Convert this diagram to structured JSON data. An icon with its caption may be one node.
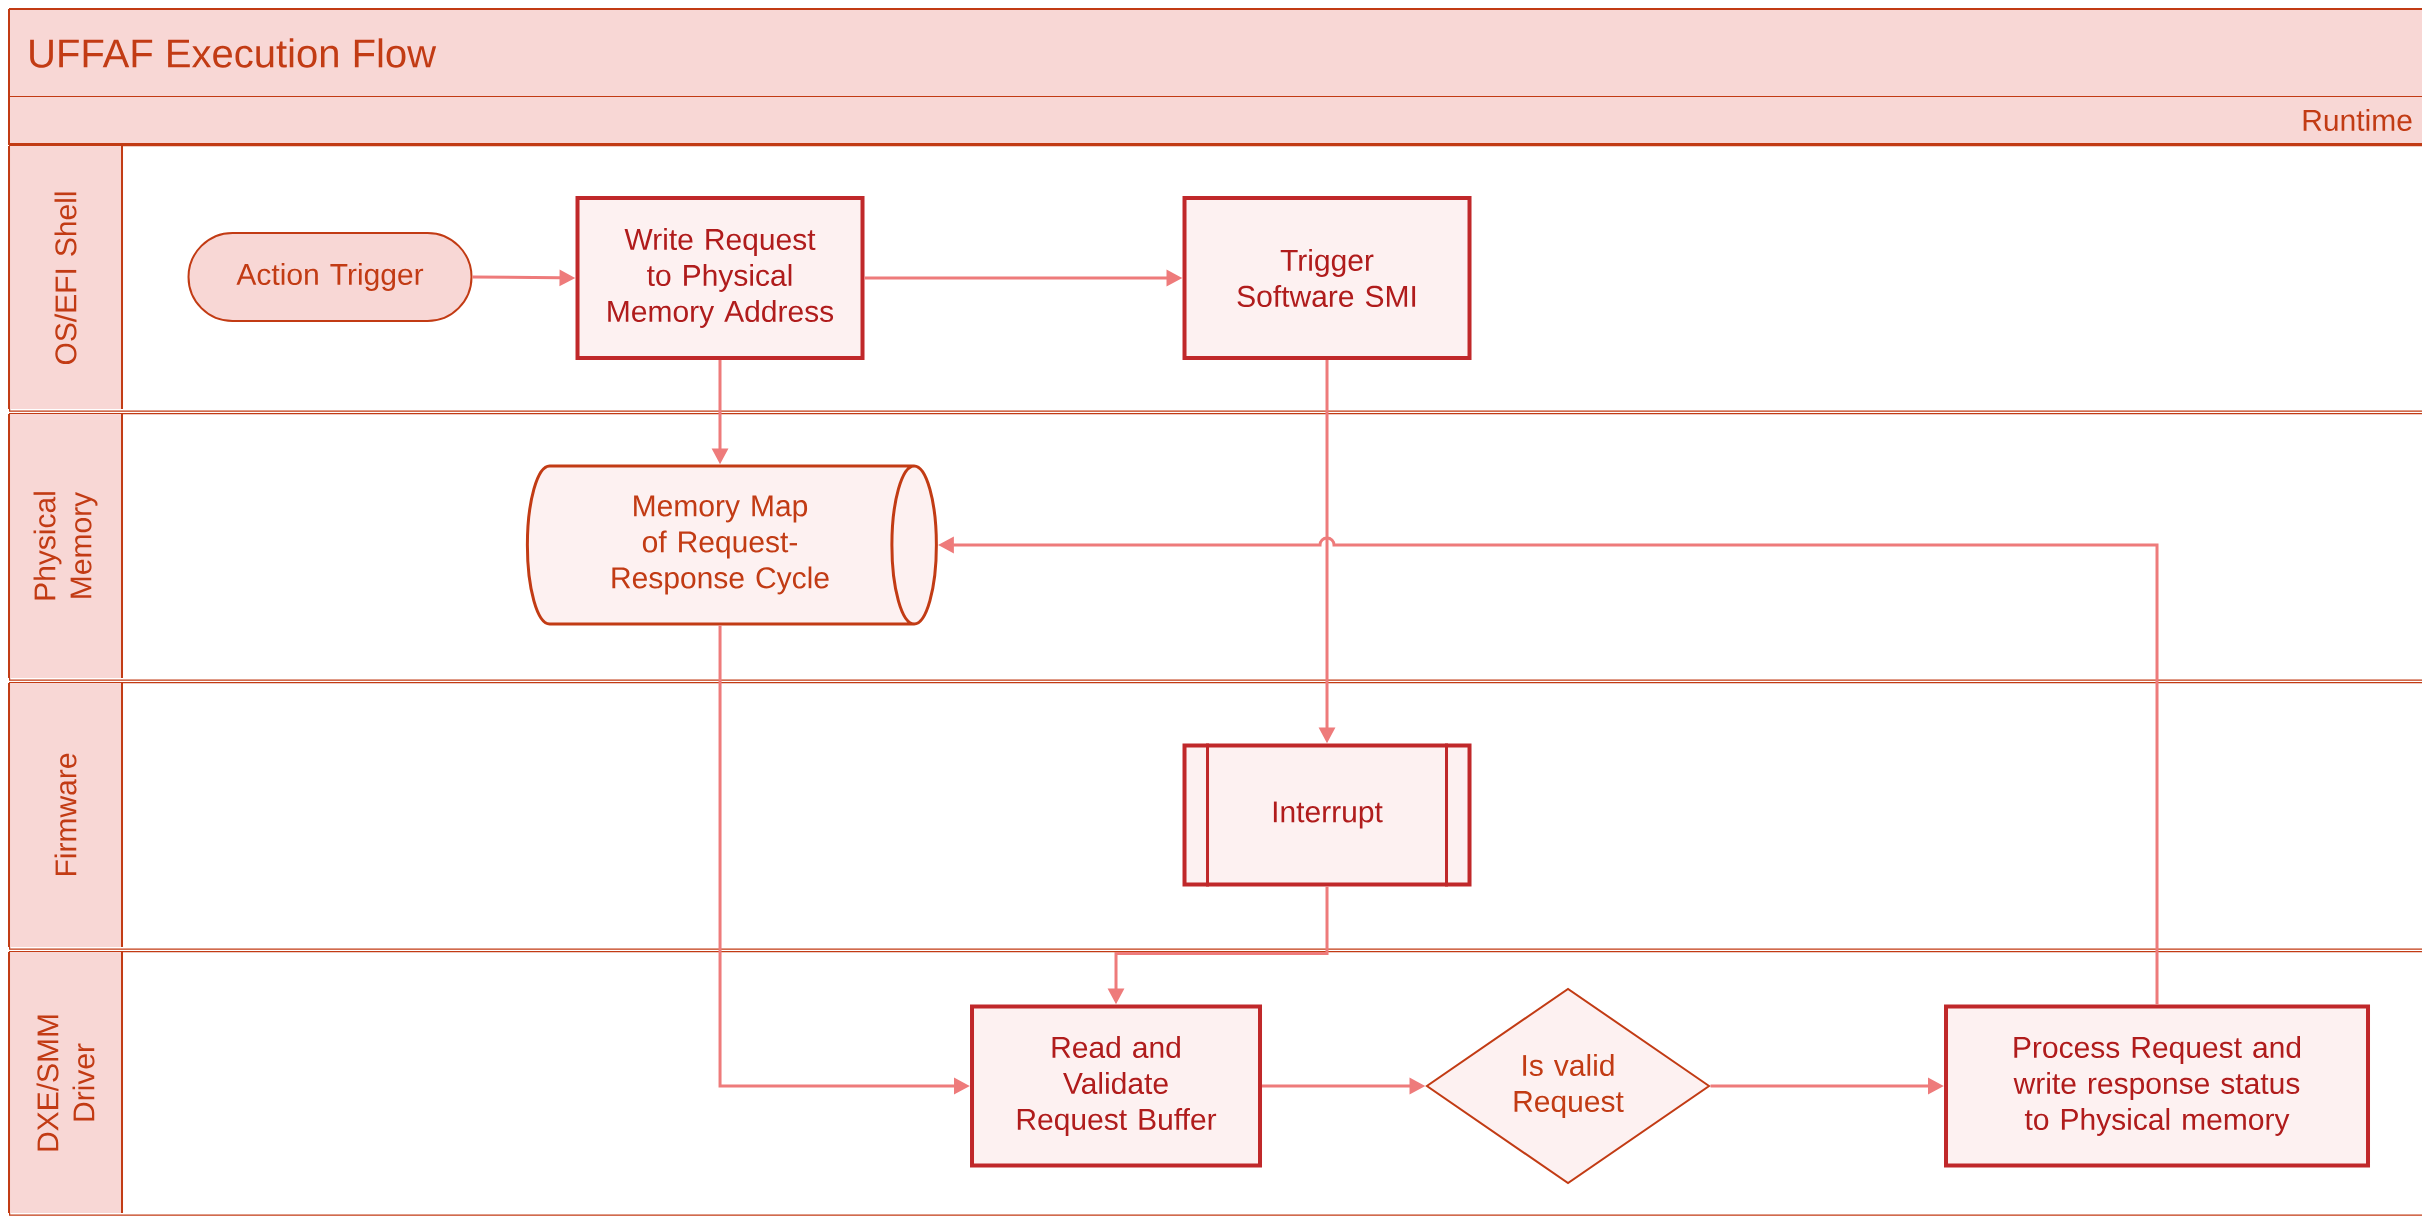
{
  "diagram": {
    "title": "UFFAF Execution Flow",
    "nodes": [
      {
        "text": [
          "OS/EFI Shell"
        ]
      },
      {
        "text": [
          "Physical Memory"
        ]
      },
      {
        "text": [
          "Firmware"
        ]
      },
      {
        "text": [
          "DXE/SMM Driver"
        ]
      },
      {
        "text": [
          "Action Trigger"
        ],
        "in": 0
      },
      {
        "text": [
          "Write Request to Physical Memory Address"
        ],
        "in": 0
      },
      {
        "text": [
          "Trigger Software SMI"
        ],
        "in": 0
      },
      {
        "text": [
          "Memory Map of Request-Response Cycle"
        ],
        "in": 1
      },
      {
        "text": [
          "Interrupt"
        ],
        "in": 2
      },
      {
        "text": [
          "Read and Validate Request Buffer"
        ],
        "in": 3
      },
      {
        "text": [
          "Is valid Request"
        ],
        "in": 3
      },
      {
        "text": [
          "Process Request and write response status to Physical memory"
        ],
        "in": 3
      }
    ],
    "edges": [
      {
        "from": 4,
        "to": 5,
        "arrow": "to"
      },
      {
        "from": 5,
        "to": 6,
        "arrow": "to"
      },
      {
        "from": 5,
        "to": 7,
        "arrow": "to"
      },
      {
        "from": 6,
        "to": 8,
        "arrow": "to"
      },
      {
        "from": 8,
        "to": 9,
        "arrow": "to"
      },
      {
        "from": 7,
        "to": 9,
        "arrow": "to"
      },
      {
        "from": 9,
        "to": 10,
        "arrow": "to"
      },
      {
        "from": 10,
        "to": 11,
        "arrow": "to"
      },
      {
        "from": 11,
        "to": 7,
        "arrow": "to"
      }
    ],
    "labels": [
      "Runtime"
    ]
  }
}
